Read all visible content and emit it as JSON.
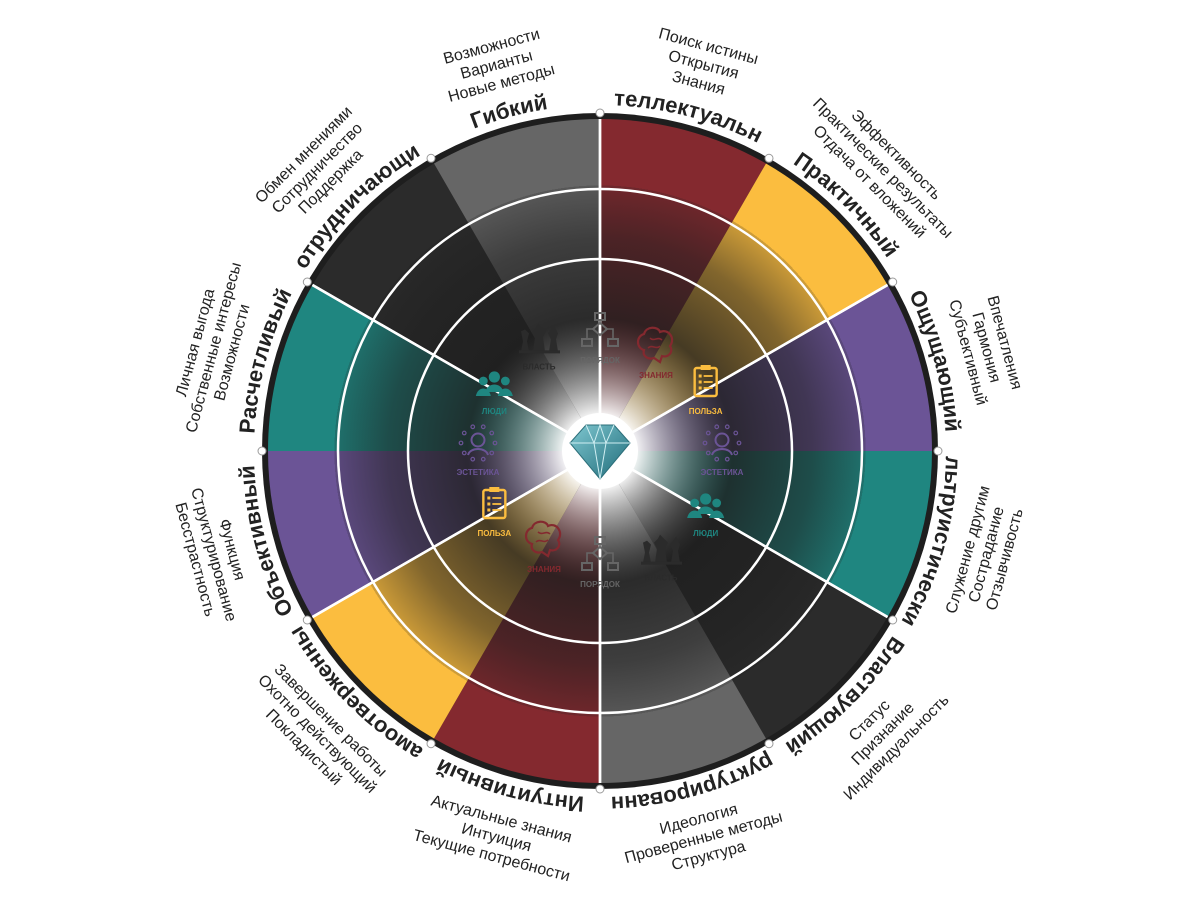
{
  "colors": {
    "intellectual": "#84292f",
    "practical": "#fbbd3f",
    "aesthetic": "#6b5496",
    "altruistic": "#1f8680",
    "power": "#2b2b2b",
    "order": "#666666",
    "rim": "#1e1e1e"
  },
  "segments": [
    {
      "title": "Интеллектуальный",
      "color_key": "intellectual",
      "items": [
        "Поиск истины",
        "Открытия",
        "Знания"
      ]
    },
    {
      "title": "Практичный",
      "color_key": "practical",
      "items": [
        "Эффективность",
        "Практические результаты",
        "Отдача от вложений"
      ]
    },
    {
      "title": "Ощущающий",
      "color_key": "aesthetic",
      "items": [
        "Впечатления",
        "Гармония",
        "Субъективный"
      ]
    },
    {
      "title": "Альтруистический",
      "color_key": "altruistic",
      "items": [
        "Служение другим",
        "Сострадание",
        "Отзывчивость"
      ]
    },
    {
      "title": "Властвующий",
      "color_key": "power",
      "items": [
        "Статус",
        "Признание",
        "Индивидуальность"
      ]
    },
    {
      "title": "Структурированный",
      "color_key": "order",
      "items": [
        "Идеология",
        "Проверенные методы",
        "Структура"
      ]
    },
    {
      "title": "Интуитивный",
      "color_key": "intellectual",
      "items": [
        "Актуальные знания",
        "Интуиция",
        "Текущие потребности"
      ]
    },
    {
      "title": "Самоотверженный",
      "color_key": "practical",
      "items": [
        "Завершение работы",
        "Охотно действующий",
        "Покладистый"
      ]
    },
    {
      "title": "Объективный",
      "color_key": "aesthetic",
      "items": [
        "Функция",
        "Структурирование",
        "Бесстрастность"
      ]
    },
    {
      "title": "Расчетливый",
      "color_key": "altruistic",
      "items": [
        "Личная выгода",
        "Собственные интересы",
        "Возможности"
      ]
    },
    {
      "title": "Сотрудничающий",
      "color_key": "power",
      "items": [
        "Обмен мнениями",
        "Сотрудничество",
        "Поддержка"
      ]
    },
    {
      "title": "Гибкий",
      "color_key": "order",
      "items": [
        "Возможности",
        "Варианты",
        "Новые методы"
      ]
    }
  ],
  "inner_icons": [
    {
      "label": "ЗНАНИЯ",
      "icon": "brain-icon",
      "color_key": "intellectual"
    },
    {
      "label": "ПОЛЬЗА",
      "icon": "clipboard-icon",
      "color_key": "practical"
    },
    {
      "label": "ЭСТЕТИКА",
      "icon": "person-circle-icon",
      "color_key": "aesthetic"
    },
    {
      "label": "ЛЮДИ",
      "icon": "people-icon",
      "color_key": "altruistic"
    },
    {
      "label": "ВЛАСТЬ",
      "icon": "chess-icon",
      "color_key": "power"
    },
    {
      "label": "ПОРЯДОК",
      "icon": "flowchart-icon",
      "color_key": "order"
    }
  ],
  "center_icon": "diamond-icon"
}
